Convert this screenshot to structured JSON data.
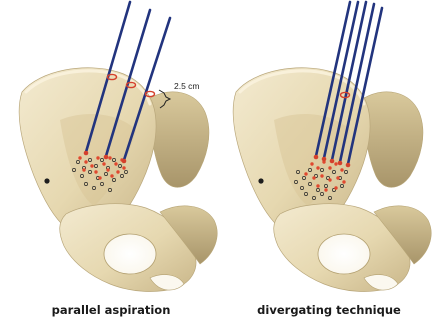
{
  "panels": [
    {
      "caption": "parallel aspiration",
      "measurement": "2.5 cm"
    },
    {
      "caption": "divergating technique"
    }
  ],
  "colors": {
    "bone_light": "#efe5c8",
    "bone_mid": "#dfd0a6",
    "bone_shadow": "#b9a77b",
    "needle": "#22347e",
    "entry_marker": "#d4402c",
    "aspiration_dots": "#e0482f",
    "dot_outline": "#2a2a2a"
  }
}
